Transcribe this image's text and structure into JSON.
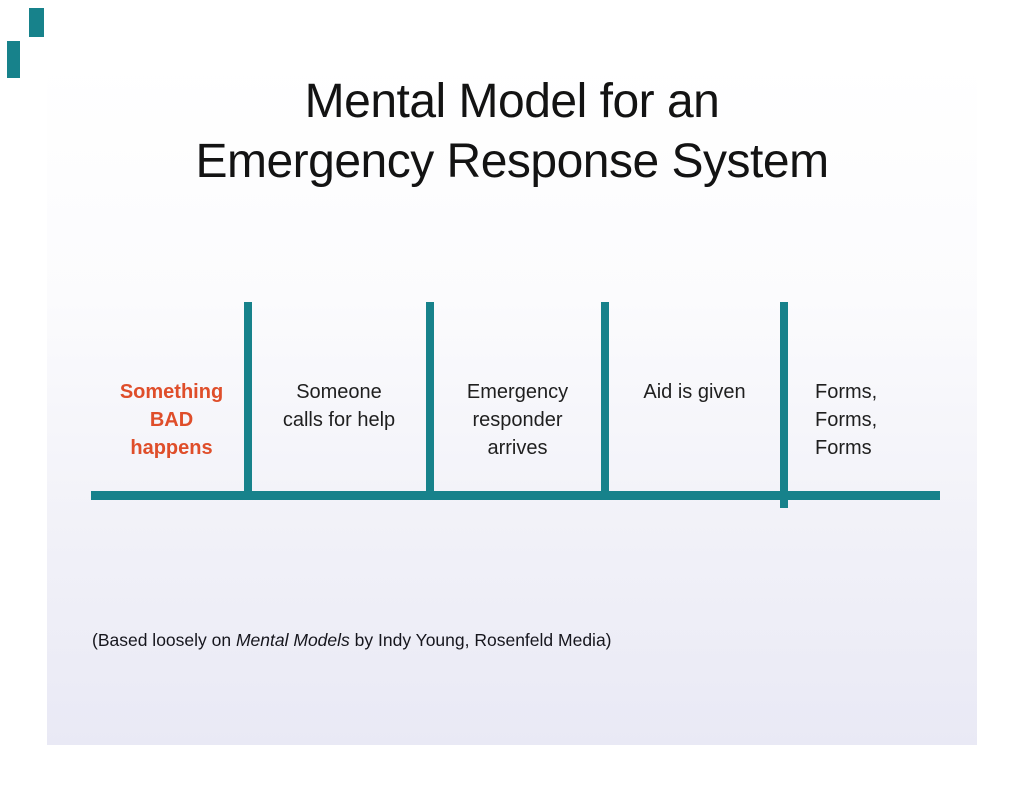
{
  "slide": {
    "title": {
      "line1": "Mental Model for an",
      "line2": "Emergency Response System"
    },
    "diagram": {
      "stages": [
        {
          "label": "Something\nBAD\nhappens",
          "emphasized": true
        },
        {
          "label": "Someone\ncalls for help",
          "emphasized": false
        },
        {
          "label": "Emergency\nresponder\narrives",
          "emphasized": false
        },
        {
          "label": "Aid is given",
          "emphasized": false
        },
        {
          "label": "Forms,\nForms,\nForms",
          "emphasized": false
        }
      ]
    },
    "footer": {
      "prefix": "(Based loosely on ",
      "italic_title": "Mental Models",
      "suffix": " by Indy Young, Rosenfeld Media)"
    },
    "colors": {
      "teal": "#17828b",
      "emphasis_orange": "#df4e2a",
      "title_text": "#131313",
      "label_text": "#1f1f1f",
      "slide_gradient_bottom": "#e9e9f5"
    }
  }
}
